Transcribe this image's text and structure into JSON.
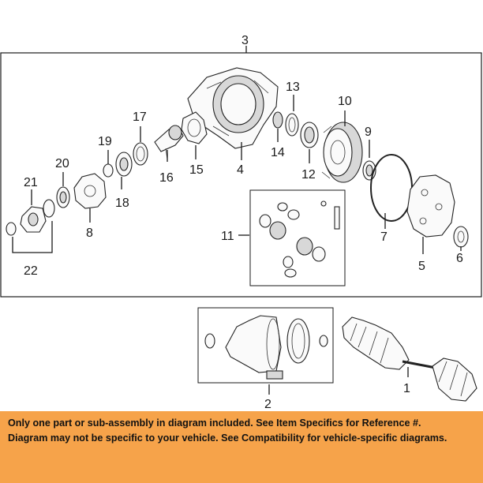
{
  "callouts": {
    "c1": "1",
    "c2": "2",
    "c3": "3",
    "c4": "4",
    "c5": "5",
    "c6": "6",
    "c7": "7",
    "c8": "8",
    "c9": "9",
    "c10": "10",
    "c11": "11",
    "c12": "12",
    "c13": "13",
    "c14": "14",
    "c15": "15",
    "c16": "16",
    "c17": "17",
    "c18": "18",
    "c19": "19",
    "c20": "20",
    "c21": "21",
    "c22": "22"
  },
  "disclaimer": {
    "line1": "Only one part or sub-assembly in diagram included. See Item Specifics for Reference #.",
    "line2": "Diagram may not be specific to your vehicle. See Compatibility for vehicle-specific diagrams."
  },
  "colors": {
    "banner": "#f6a34a",
    "line": "#1a1a1a"
  }
}
